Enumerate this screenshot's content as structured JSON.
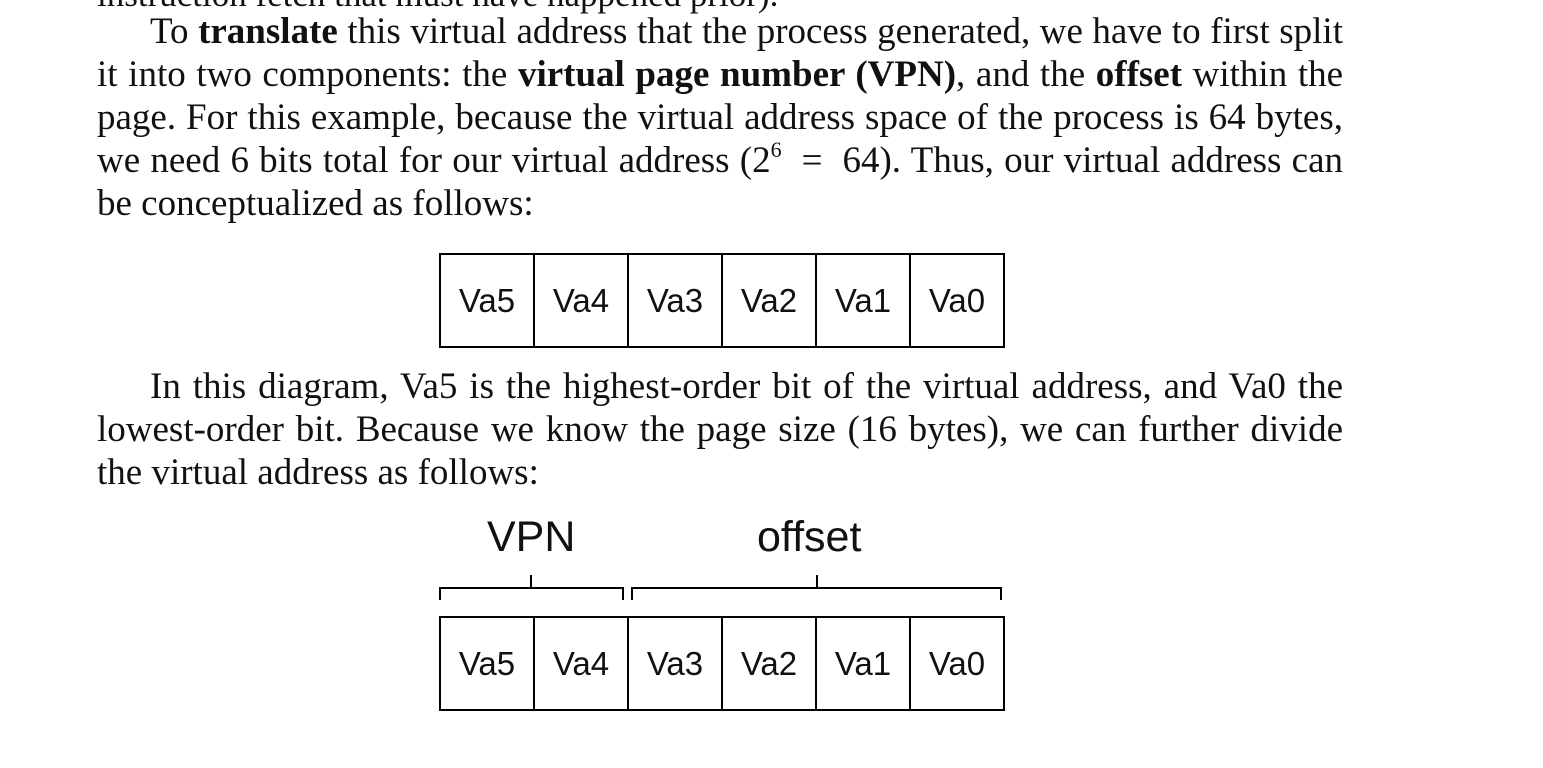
{
  "top_clip": "instruction fetch that must have happened prior).",
  "para1": {
    "t1": "To ",
    "b1": "translate",
    "t2": " this virtual address that the process generated, we have to first split it into two components: the ",
    "b2": "virtual page number (VPN)",
    "t3": ", and the ",
    "b3": "offset",
    "t4": " within the page. For this example, because the virtual address space of the process is 64 bytes, we need 6 bits total for our virtual address (",
    "eq_base": "2",
    "eq_exp": "6",
    "eq_sign": "=",
    "eq_val": "64",
    "t5": "). Thus, our virtual address can be conceptualized as follows:"
  },
  "diagram1": {
    "bits": [
      "Va5",
      "Va4",
      "Va3",
      "Va2",
      "Va1",
      "Va0"
    ]
  },
  "para2": "In this diagram, Va5 is the highest-order bit of the virtual address, and Va0 the lowest-order bit. Because we know the page size (16 bytes), we can further divide the virtual address as follows:",
  "diagram2": {
    "vpn_label": "VPN",
    "offset_label": "offset",
    "bits": [
      "Va5",
      "Va4",
      "Va3",
      "Va2",
      "Va1",
      "Va0"
    ]
  }
}
